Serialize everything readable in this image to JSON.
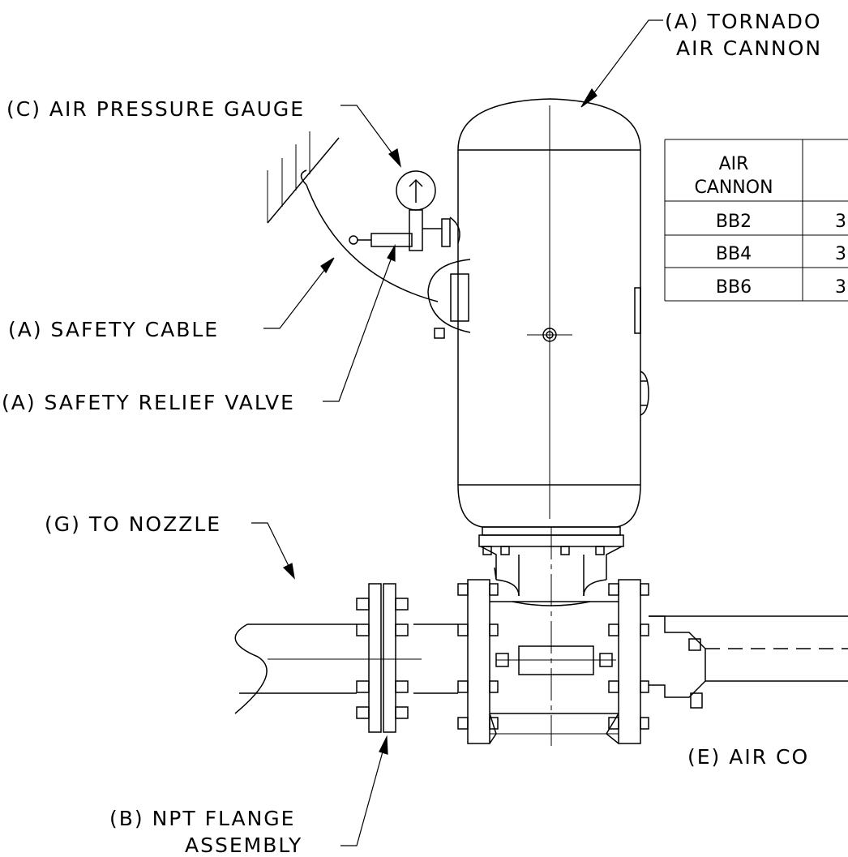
{
  "labels": {
    "tornado_line1": "(A) TORNADO",
    "tornado_line2": "AIR CANNON",
    "gauge": "(C) AIR PRESSURE GAUGE",
    "safety_cable": "(A) SAFETY CABLE",
    "relief_valve": "(A) SAFETY RELIEF VALVE",
    "to_nozzle": "(G) TO NOZZLE",
    "flange_line1": "(B) NPT FLANGE",
    "flange_line2": "ASSEMBLY",
    "air_co": "(E) AIR CO"
  },
  "table": {
    "header_line1": "AIR",
    "header_line2": "CANNON",
    "rows": [
      {
        "model": "BB2",
        "value": "3"
      },
      {
        "model": "BB4",
        "value": "3"
      },
      {
        "model": "BB6",
        "value": "3"
      }
    ]
  },
  "colors": {
    "line": "#000000",
    "background": "#ffffff"
  }
}
